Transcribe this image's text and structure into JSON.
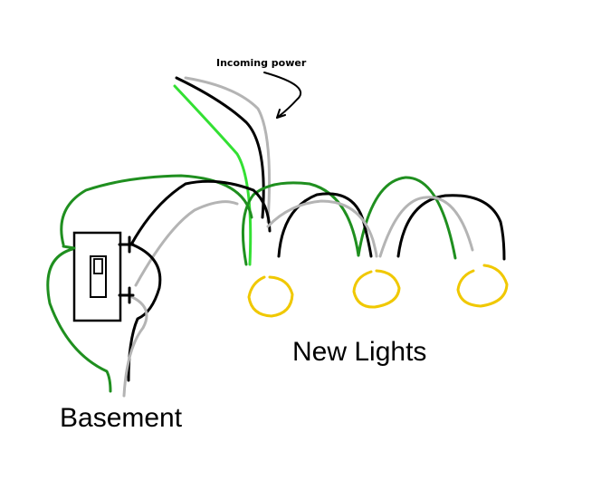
{
  "labels": {
    "incoming_power": "Incoming power",
    "new_lights": "New Lights",
    "basement": "Basement"
  },
  "colors": {
    "background": "#ffffff",
    "hot_wire": "#000000",
    "neutral_wire": "#b4b4b4",
    "ground_wire": "#1f8f1f",
    "incoming_ground": "#33e033",
    "bulb": "#f0c800",
    "switch_outline": "#000000"
  },
  "icons": {
    "switch": "light-switch-icon",
    "bulb": "light-bulb-icon",
    "arrow": "curved-arrow-icon"
  }
}
